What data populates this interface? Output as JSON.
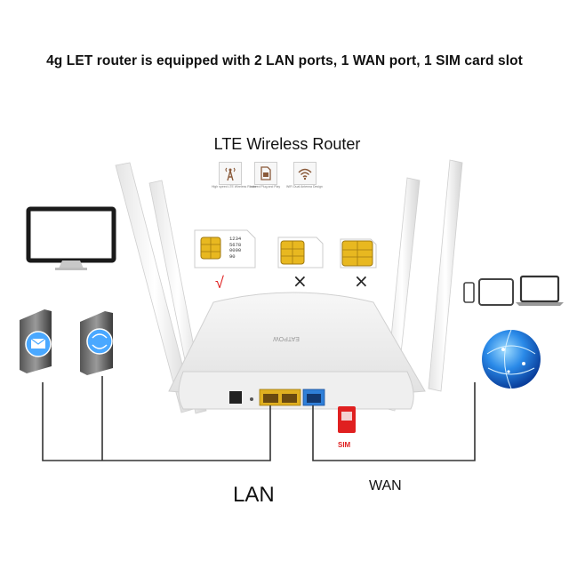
{
  "headline": "4g LET router is equipped with 2 LAN ports, 1 WAN port, 1 SIM card slot",
  "product_title": "LTE Wireless Router",
  "features": [
    {
      "icon": "signal-tower-icon",
      "caption": "High speed LTE Wireless Router"
    },
    {
      "icon": "sim-card-icon",
      "caption": "Insured Plug and Play"
    },
    {
      "icon": "wifi-icon",
      "caption": "WiFi Dual Antenna Design"
    }
  ],
  "sim_options": [
    {
      "size": "standard",
      "card_text": "1234\n5678\n0000\n90",
      "mark": "√"
    },
    {
      "size": "micro",
      "mark": "×"
    },
    {
      "size": "nano",
      "mark": "×"
    }
  ],
  "router_brand": "EATPOW",
  "sim_slot_label": "SIM",
  "lan_label": "LAN",
  "wan_label": "WAN",
  "colors": {
    "lan_port": "#e0b020",
    "wan_port": "#2f7fd8",
    "sim_card": "#e02020",
    "line": "#333333",
    "globe": "#1f6fd6"
  }
}
